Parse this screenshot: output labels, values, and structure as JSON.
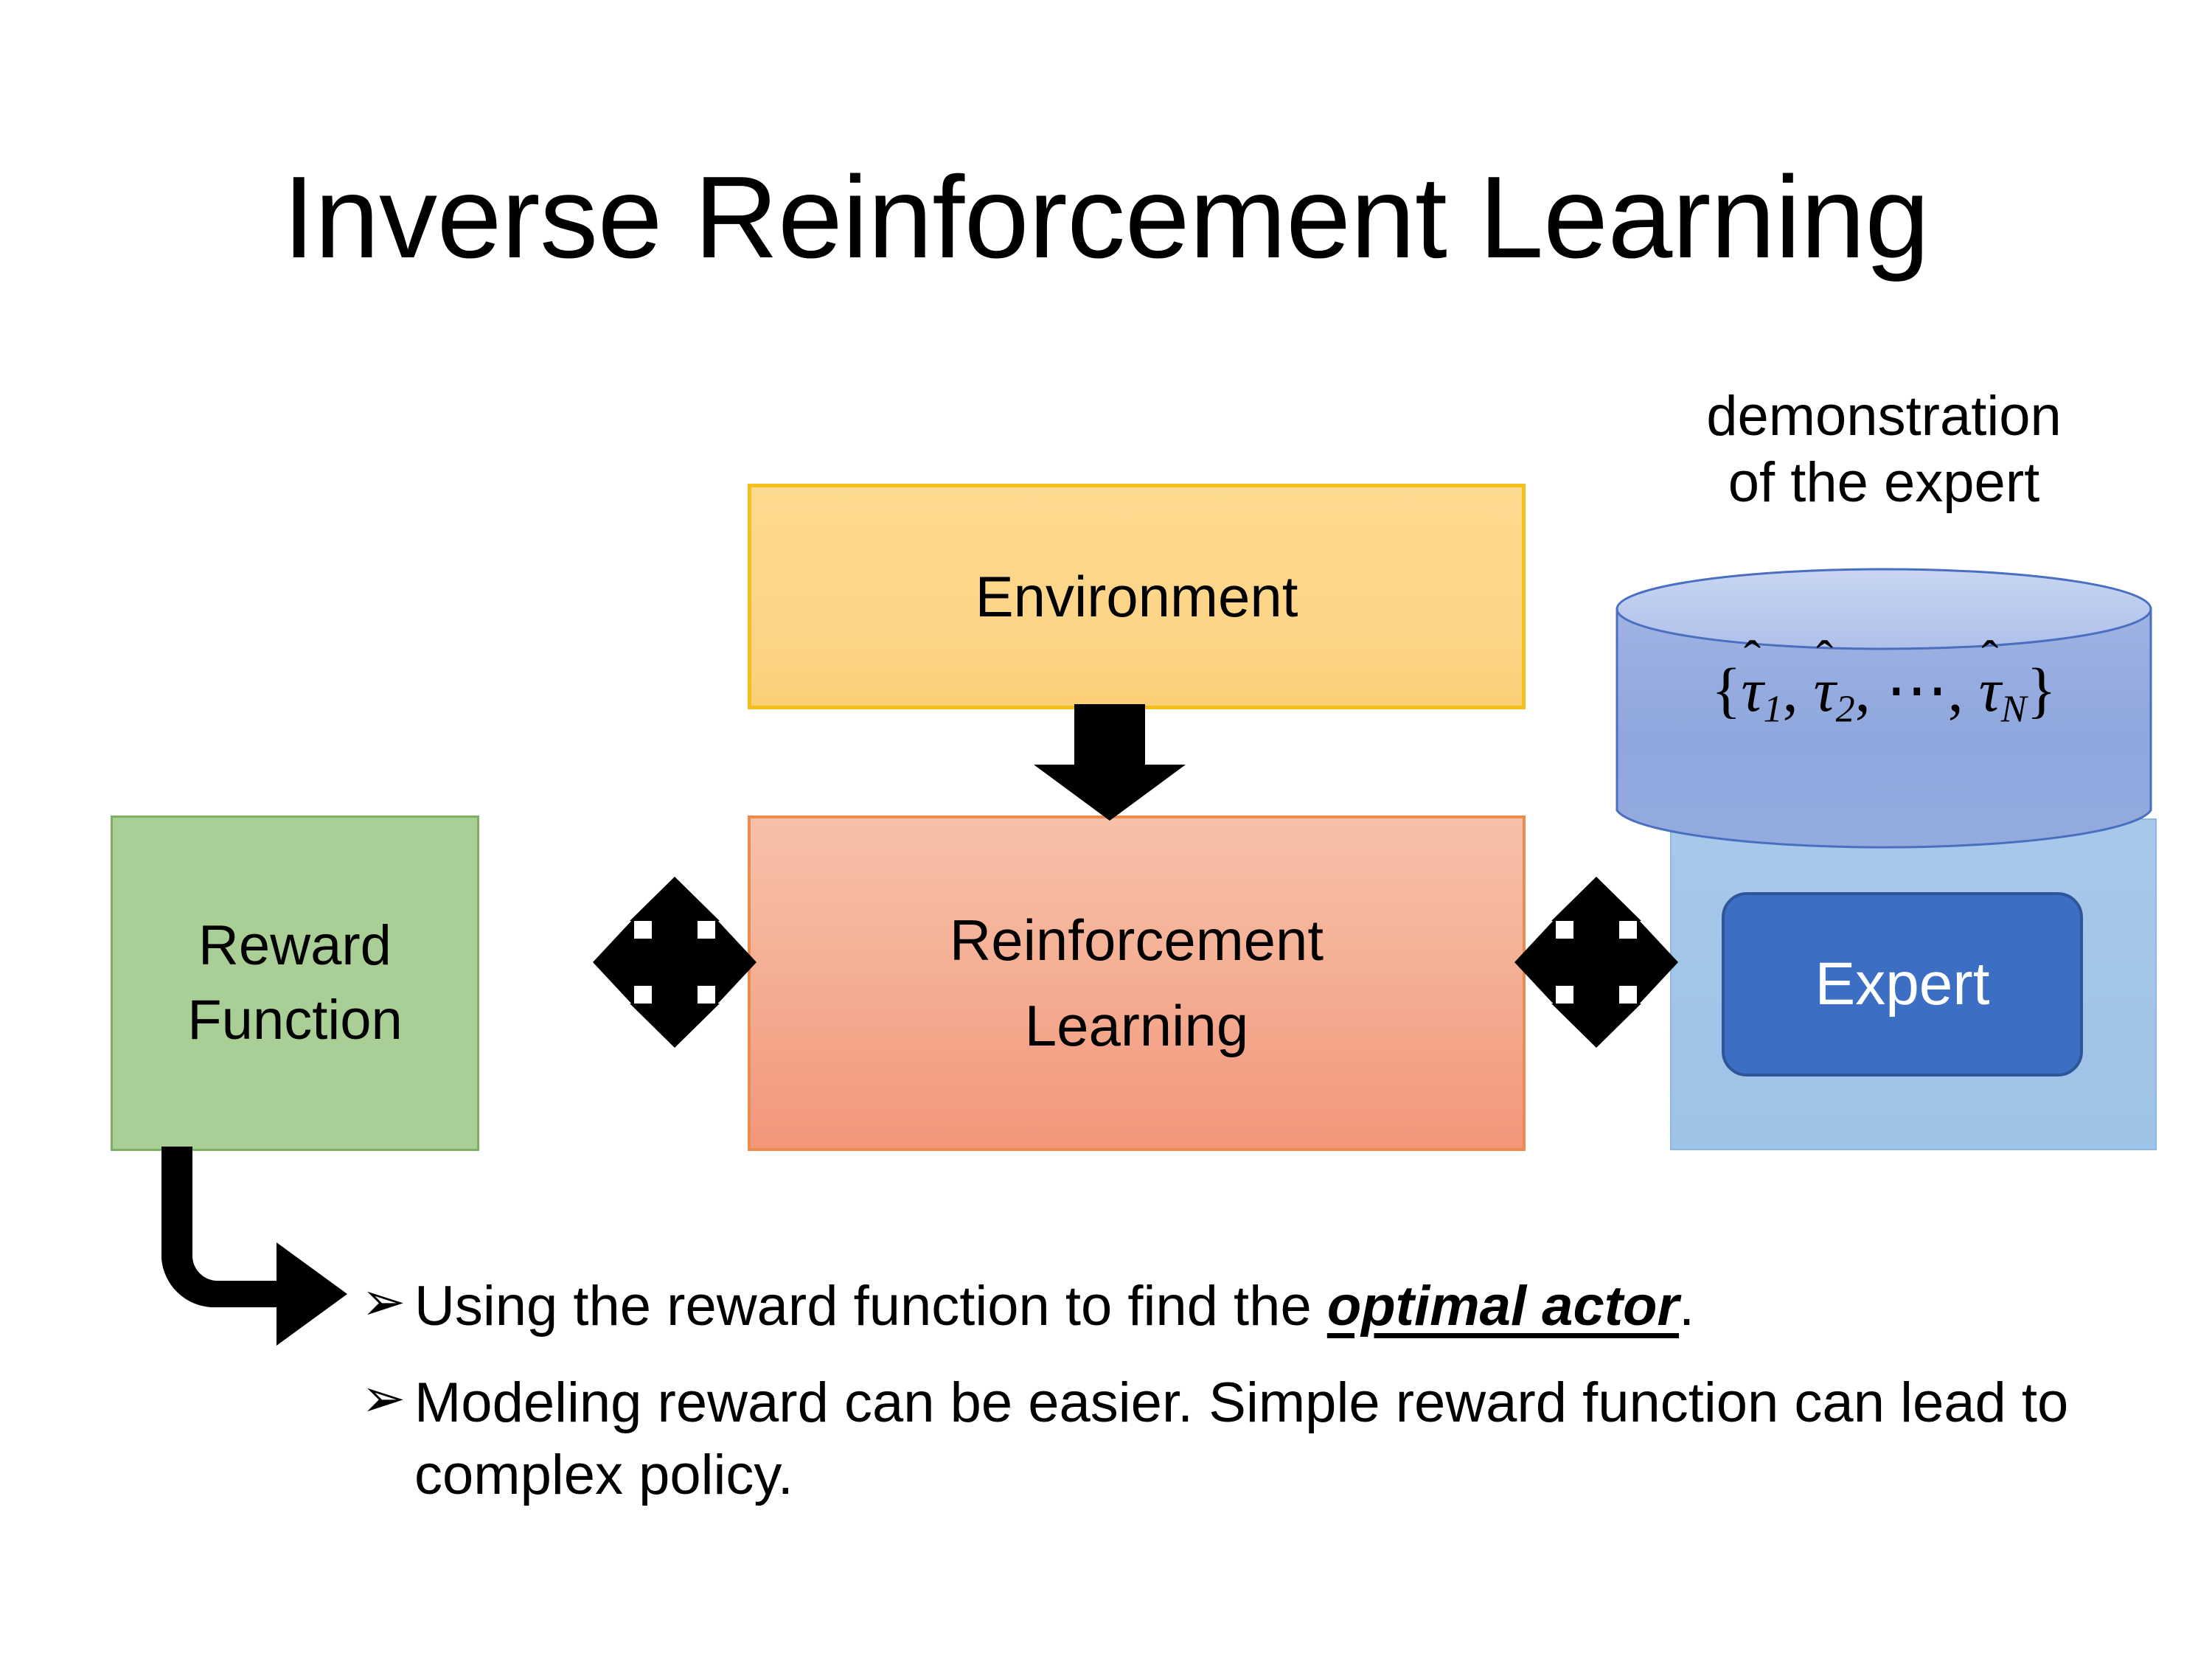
{
  "slide": {
    "title": "Inverse Reinforcement Learning"
  },
  "nodes": {
    "environment": {
      "label": "Environment",
      "fill": "#FCD486",
      "border": "#F3C01B"
    },
    "reward_function": {
      "label_line1": "Reward",
      "label_line2": "Function",
      "fill": "#A9CF96",
      "border": "#7EAE63"
    },
    "reinforcement_learning": {
      "label_line1": "Reinforcement",
      "label_line2": "Learning",
      "fill": "#F2967B",
      "border": "#ED8A4E"
    },
    "expert": {
      "label": "Expert",
      "fill": "#3C6FC4",
      "border": "#2E5596",
      "text_color": "#FFFFFF"
    },
    "expert_panel": {
      "fill": "#9DC3E6"
    },
    "demonstration_cylinder": {
      "caption_line1": "demonstration",
      "caption_line2": "of the expert",
      "formula_open": "{",
      "formula_tau": "τ",
      "formula_hat": "̂",
      "formula_sub1": "1",
      "formula_sub2": "2",
      "formula_ellipsis": "⋯",
      "formula_subN": "N",
      "formula_close": "}",
      "formula_plain": "{τ̂1, τ̂2, ⋯, τ̂N}",
      "fill_top": "#BFCFEE",
      "fill_body": "#8CA4DD",
      "border": "#4A6FC0"
    }
  },
  "connectors": {
    "environment_to_rl": "down-arrow-icon",
    "reward_to_rl": "quad-arrow-icon",
    "rl_to_expert": "quad-arrow-icon",
    "reward_to_bullets": "bent-arrow-icon",
    "color": "#000000"
  },
  "bullets": [
    {
      "marker": "➢",
      "pre": "Using the reward function to find the ",
      "emphasis": "optimal actor",
      "post": "."
    },
    {
      "marker": "➢",
      "pre": "Modeling reward can be easier. Simple reward function can lead to complex policy.",
      "emphasis": "",
      "post": ""
    }
  ]
}
